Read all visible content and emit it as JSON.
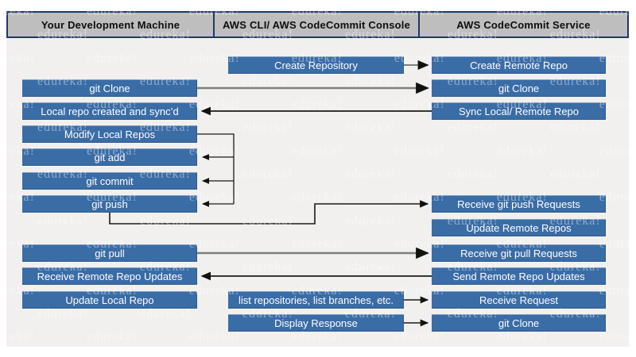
{
  "watermark_text": "edureka!",
  "colors": {
    "box_blue": "#3A6CA6",
    "header_gray": "#BEBEBE",
    "navy_border": "#1F3864",
    "canvas_gray": "#F1F0EF",
    "arrow": "#1a1a1a"
  },
  "header": {
    "columns": [
      "Your Development Machine",
      "AWS CLI/ AWS CodeCommit Console",
      "AWS CodeCommit Service"
    ]
  },
  "dev": {
    "git_clone": "git Clone",
    "local_repo_synced": "Local repo created and sync’d",
    "modify_local_repos": "Modify Local Repos",
    "git_add": "git add",
    "git_commit": "git commit",
    "git_push": "git push",
    "git_pull": "git pull",
    "receive_remote_repo_updates": "Receive Remote Repo Updates",
    "update_local_repo": "Update Local Repo"
  },
  "console": {
    "create_repository": "Create Repository",
    "list_repositories": "list repositories, list branches, etc.",
    "display_response": "Display Response"
  },
  "service": {
    "create_remote_repo": "Create Remote Repo",
    "git_clone": "git Clone",
    "sync_local_remote_repo": "Sync Local/ Remote Repo",
    "receive_git_push_requests": "Receive git push Requests",
    "update_remote_repos": "Update Remote Repos",
    "receive_git_pull_requests": "Receive git pull Requests",
    "send_remote_repo_updates": "Send Remote Repo Updates",
    "receive_request": "Receive Request",
    "git_clone_response": "git Clone"
  }
}
